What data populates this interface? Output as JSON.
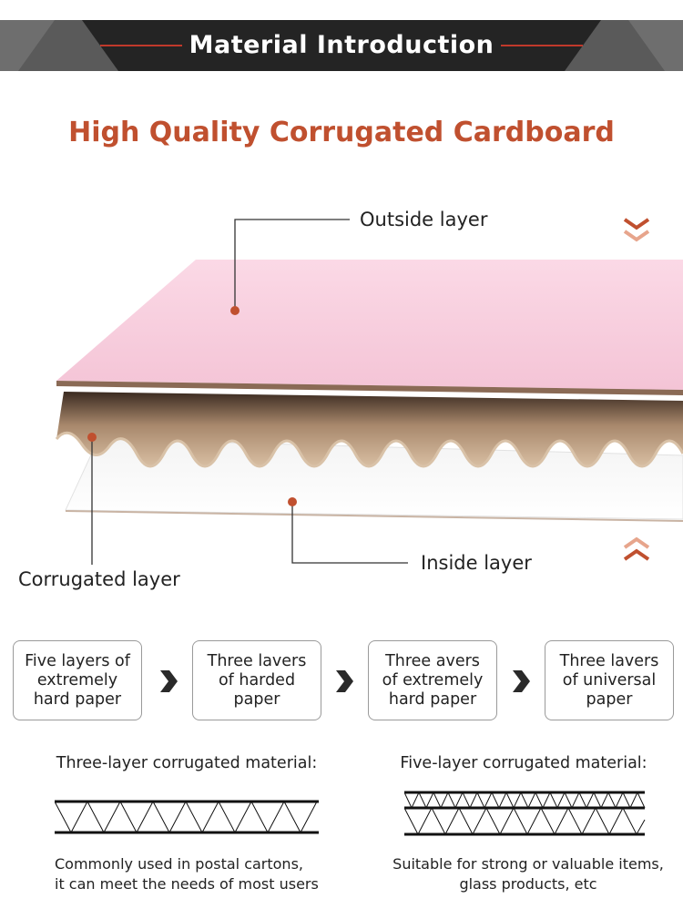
{
  "banner": {
    "title": "Material Introduction"
  },
  "headline": "High Quality Corrugated Cardboard",
  "layers": {
    "outside": "Outside layer",
    "corrugated": "Corrugated layer",
    "inside": "Inside layer"
  },
  "flow": {
    "steps": [
      "Five layers of\nextremely\nhard paper",
      "Three lavers\nof harded\npaper",
      "Three avers\nof extremely\nhard paper",
      "Three lavers\nof universal\npaper"
    ]
  },
  "three_layer": {
    "title": "Three-layer corrugated material:",
    "caption": "Commonly used in postal cartons,\nit can meet the needs of most users"
  },
  "five_layer": {
    "title": "Five-layer corrugated material:",
    "caption": "Suitable for strong or valuable items,\nglass products, etc"
  },
  "colors": {
    "accent": "#c0502f",
    "banner_bg": "#242424",
    "pink_sheet": "#f8d2e2",
    "kraft": "#c4a88a",
    "dot": "#c0502f"
  }
}
